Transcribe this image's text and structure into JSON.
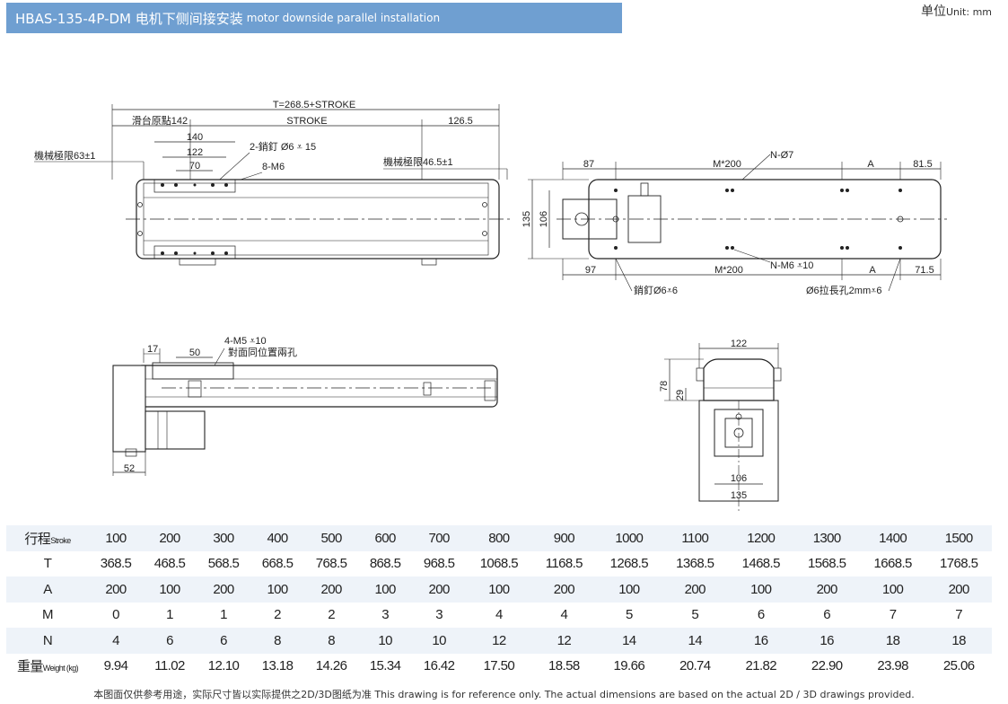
{
  "header": {
    "title_main": "HBAS-135-4P-DM 电机下侧间接安装",
    "title_sub": "motor downside parallel installation",
    "unit_cn": "单位",
    "unit_en": "Unit: mm"
  },
  "drawing": {
    "top_view": {
      "total": "T=268.5+STROKE",
      "slide_origin": "滑台原點142",
      "stroke": "STROKE",
      "right_len": "126.5",
      "mech_limit_left": "機械極限63±1",
      "mech_limit_right": "機械極限46.5±1",
      "dim_140": "140",
      "dim_122": "122",
      "dim_70": "70",
      "pin": "2-銷釘 Ø6",
      "pin_depth": "15",
      "tap": "8-M6"
    },
    "right_view": {
      "dim_87": "87",
      "m200_top": "M*200",
      "n_hole": "N-Ø7",
      "a_top": "A",
      "dim_81_5": "81.5",
      "dim_135": "135",
      "dim_106": "106",
      "dim_97": "97",
      "m200_bottom": "M*200",
      "n_tap": "N-M6",
      "n_tap_depth": "10",
      "a_bottom": "A",
      "dim_71_5": "71.5",
      "pin_label": "銷釘Ø6",
      "pin_depth": "6",
      "slot_label": "Ø6拉長孔2mm",
      "slot_depth": "6"
    },
    "side_view": {
      "dim_17": "17",
      "dim_50": "50",
      "tap": "4-M5",
      "tap_depth": "10",
      "note": "對面同位置兩孔",
      "dim_52": "52"
    },
    "end_view": {
      "dim_122": "122",
      "dim_78": "78",
      "dim_29": "29",
      "dim_106": "106",
      "dim_135": "135"
    }
  },
  "table": {
    "rows": [
      {
        "label_cn": "行程",
        "label_en": "Stroke",
        "values": [
          "100",
          "200",
          "300",
          "400",
          "500",
          "600",
          "700",
          "800",
          "900",
          "1000",
          "1100",
          "1200",
          "1300",
          "1400",
          "1500"
        ]
      },
      {
        "label_cn": "T",
        "label_en": "",
        "values": [
          "368.5",
          "468.5",
          "568.5",
          "668.5",
          "768.5",
          "868.5",
          "968.5",
          "1068.5",
          "1168.5",
          "1268.5",
          "1368.5",
          "1468.5",
          "1568.5",
          "1668.5",
          "1768.5"
        ]
      },
      {
        "label_cn": "A",
        "label_en": "",
        "values": [
          "200",
          "100",
          "200",
          "100",
          "200",
          "100",
          "200",
          "100",
          "200",
          "100",
          "200",
          "100",
          "200",
          "100",
          "200"
        ]
      },
      {
        "label_cn": "M",
        "label_en": "",
        "values": [
          "0",
          "1",
          "1",
          "2",
          "2",
          "3",
          "3",
          "4",
          "4",
          "5",
          "5",
          "6",
          "6",
          "7",
          "7"
        ]
      },
      {
        "label_cn": "N",
        "label_en": "",
        "values": [
          "4",
          "6",
          "6",
          "8",
          "8",
          "10",
          "10",
          "12",
          "12",
          "14",
          "14",
          "16",
          "16",
          "18",
          "18"
        ]
      },
      {
        "label_cn": "重量",
        "label_en": "Weight (kg)",
        "values": [
          "9.94",
          "11.02",
          "12.10",
          "13.18",
          "14.26",
          "15.34",
          "16.42",
          "17.50",
          "18.58",
          "19.66",
          "20.74",
          "21.82",
          "22.90",
          "23.98",
          "25.06"
        ]
      }
    ]
  },
  "footnote": "本图面仅供参考用途，实际尺寸皆以实际提供之2D/3D图纸为准 This drawing is for reference only. The actual dimensions are based on the actual 2D / 3D drawings provided."
}
